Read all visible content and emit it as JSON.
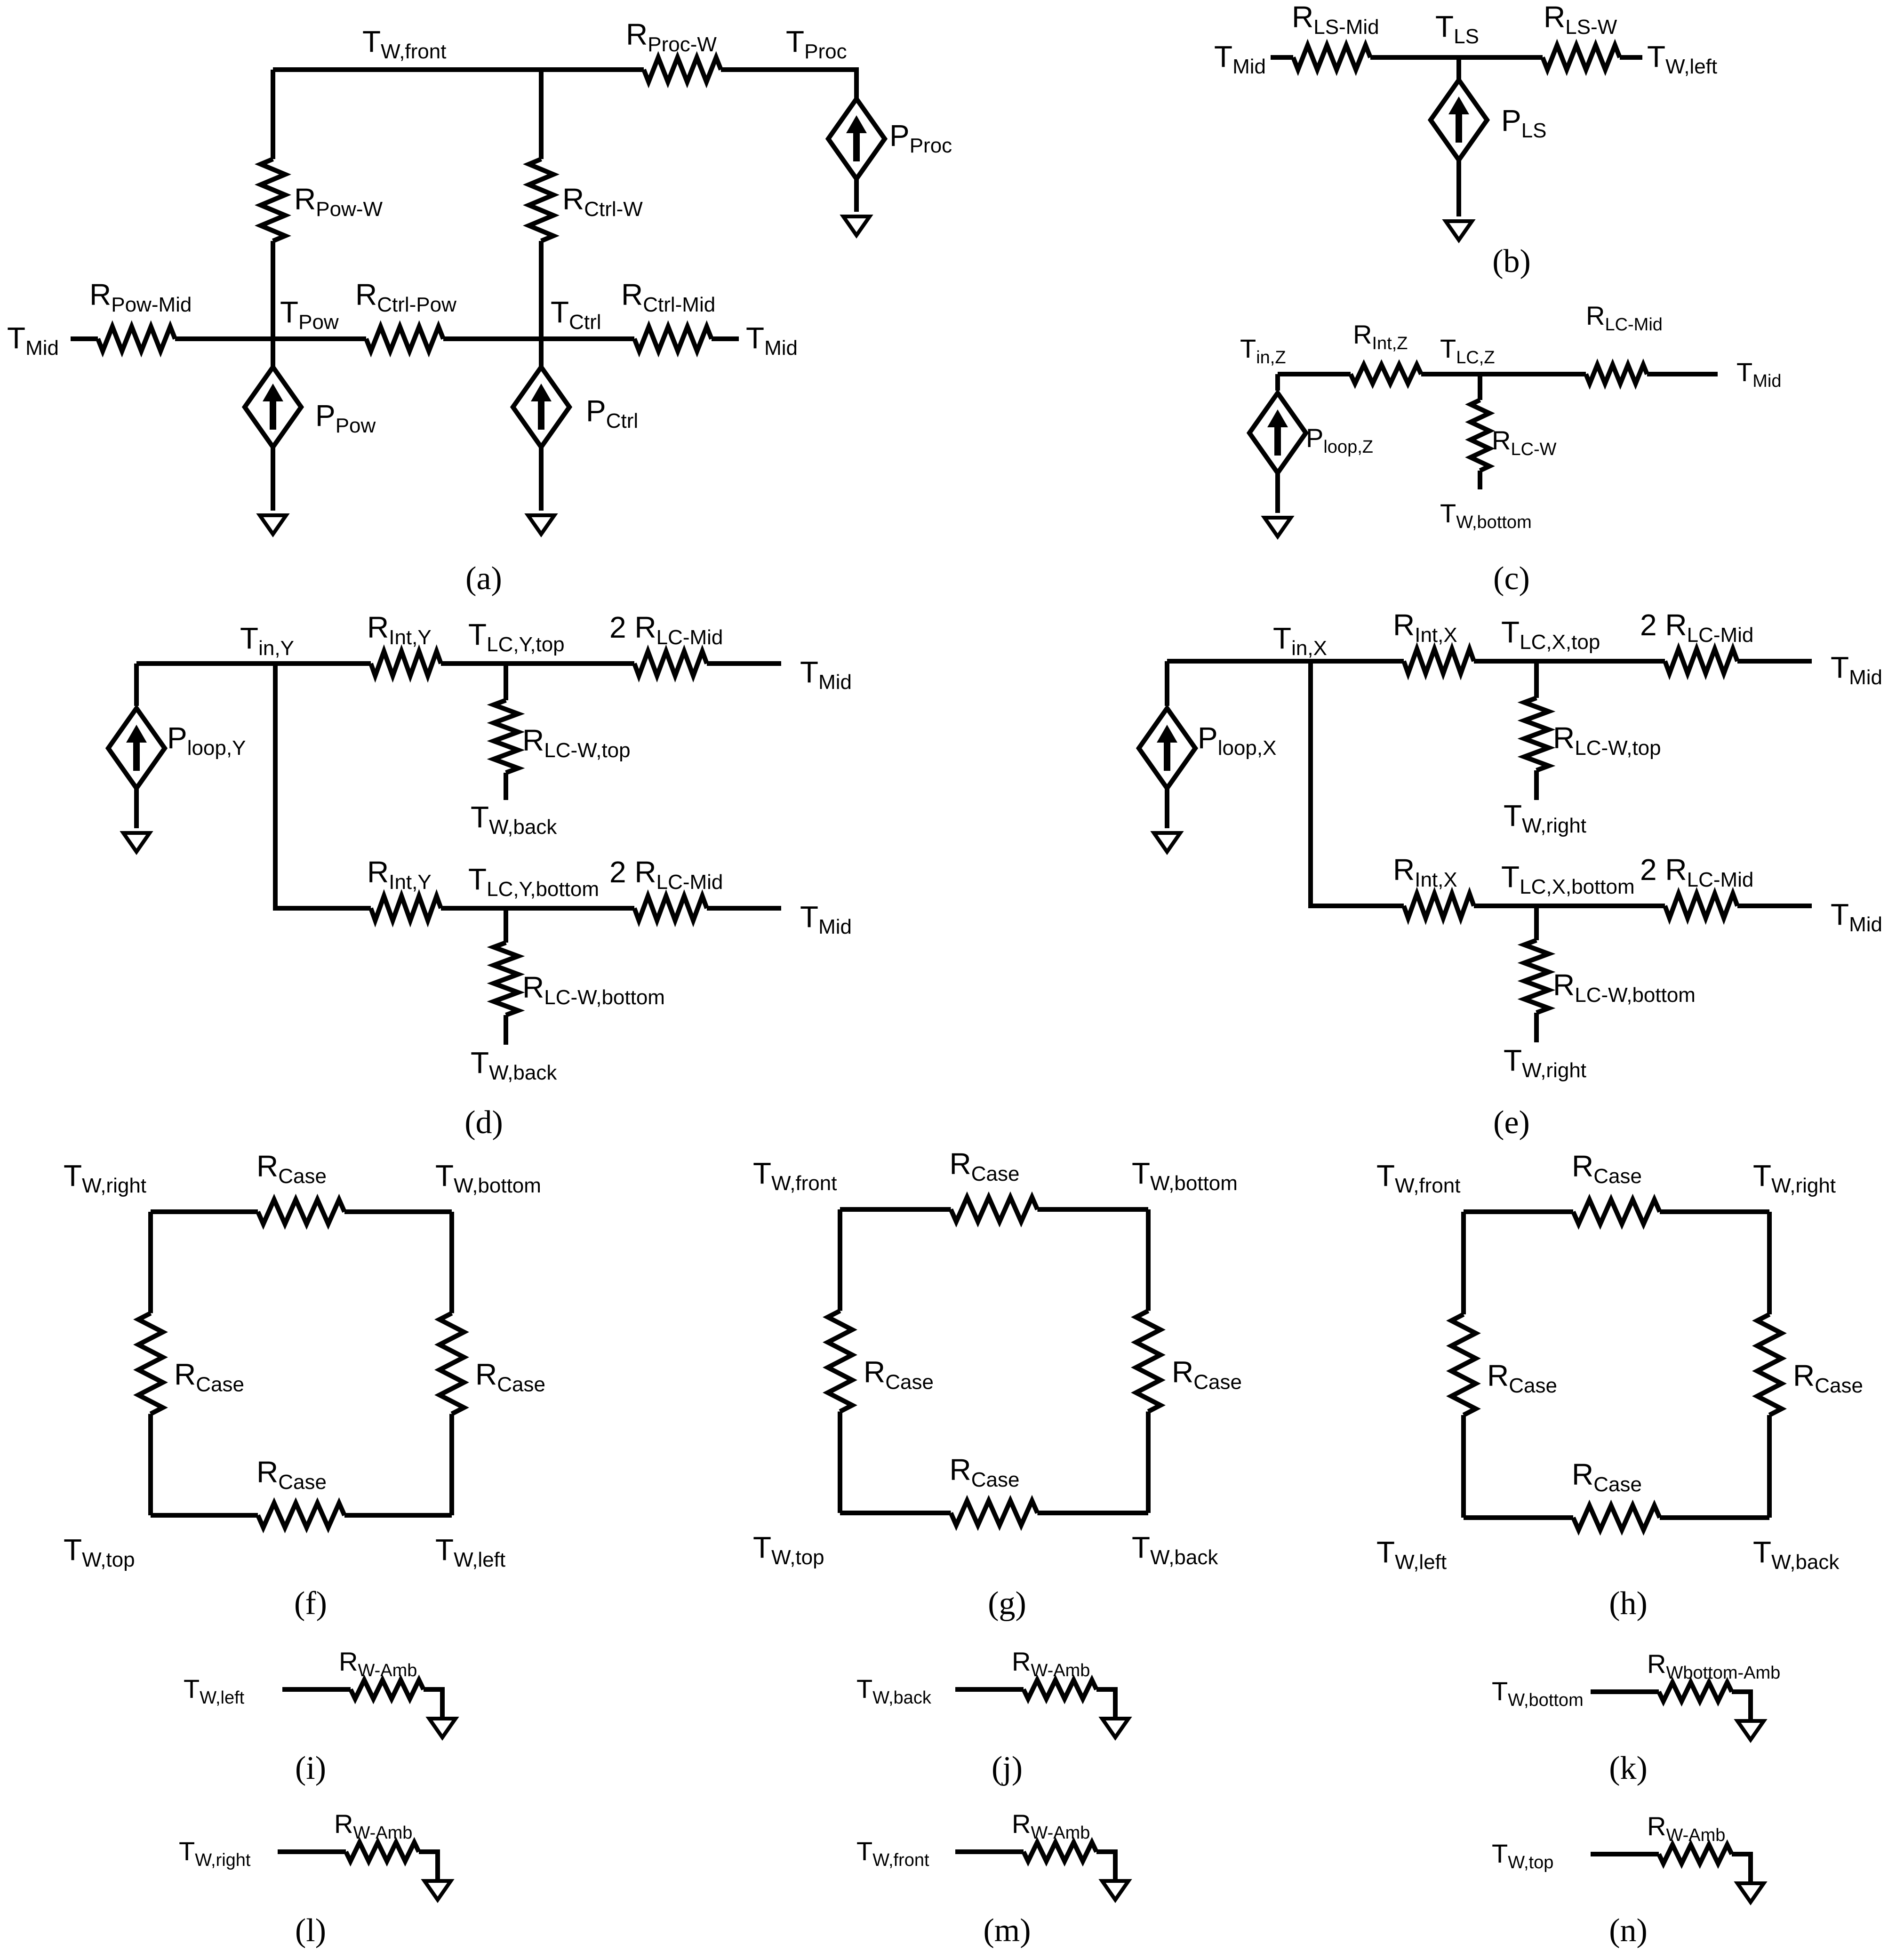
{
  "colors": {
    "line": "#000000",
    "background": "#ffffff"
  },
  "panels": {
    "a": {
      "caption": "(a)",
      "labels": {
        "t_w_front": [
          "T",
          "W,front"
        ],
        "r_proc_w": [
          "R",
          "Proc-W"
        ],
        "t_proc": [
          "T",
          "Proc"
        ],
        "p_proc": [
          "P",
          "Proc"
        ],
        "r_pow_w": [
          "R",
          "Pow-W"
        ],
        "r_ctrl_w": [
          "R",
          "Ctrl-W"
        ],
        "t_mid_left": [
          "T",
          "Mid"
        ],
        "r_pow_mid": [
          "R",
          "Pow-Mid"
        ],
        "t_pow": [
          "T",
          "Pow"
        ],
        "r_ctrl_pow": [
          "R",
          "Ctrl-Pow"
        ],
        "t_ctrl": [
          "T",
          "Ctrl"
        ],
        "r_ctrl_mid": [
          "R",
          "Ctrl-Mid"
        ],
        "t_mid_right": [
          "T",
          "Mid"
        ],
        "p_pow": [
          "P",
          "Pow"
        ],
        "p_ctrl": [
          "P",
          "Ctrl"
        ]
      }
    },
    "b": {
      "caption": "(b)",
      "labels": {
        "t_mid": [
          "T",
          "Mid"
        ],
        "r_ls_mid": [
          "R",
          "LS-Mid"
        ],
        "t_ls": [
          "T",
          "LS"
        ],
        "r_ls_w": [
          "R",
          "LS-W"
        ],
        "t_w_left": [
          "T",
          "W,left"
        ],
        "p_ls": [
          "P",
          "LS"
        ]
      }
    },
    "c": {
      "caption": "(c)",
      "labels": {
        "t_in_z": [
          "T",
          "in,Z"
        ],
        "r_int_z": [
          "R",
          "Int,Z"
        ],
        "t_lc_z": [
          "T",
          "LC,Z"
        ],
        "r_lc_mid": [
          "R",
          "LC-Mid"
        ],
        "t_mid": [
          "T",
          "Mid"
        ],
        "p_loop_z": [
          "P",
          "loop,Z"
        ],
        "r_lc_w": [
          "R",
          "LC-W"
        ],
        "t_w_bottom": [
          "T",
          "W,bottom"
        ]
      }
    },
    "d": {
      "caption": "(d)",
      "labels": {
        "t_in_y": [
          "T",
          "in,Y"
        ],
        "r_int_y_top": [
          "R",
          "Int,Y"
        ],
        "t_lc_y_top": [
          "T",
          "LC,Y,top"
        ],
        "r_lc_mid_top": [
          "2 R",
          "LC-Mid"
        ],
        "t_mid_top": [
          "T",
          "Mid"
        ],
        "p_loop_y": [
          "P",
          "loop,Y"
        ],
        "r_lc_w_top": [
          "R",
          "LC-W,top"
        ],
        "t_w_back_top": [
          "T",
          "W,back"
        ],
        "r_int_y_bottom": [
          "R",
          "Int,Y"
        ],
        "t_lc_y_bottom": [
          "T",
          "LC,Y,bottom"
        ],
        "r_lc_mid_bottom": [
          "2 R",
          "LC-Mid"
        ],
        "t_mid_bottom": [
          "T",
          "Mid"
        ],
        "r_lc_w_bottom": [
          "R",
          "LC-W,bottom"
        ],
        "t_w_back_bottom": [
          "T",
          "W,back"
        ]
      }
    },
    "e": {
      "caption": "(e)",
      "labels": {
        "t_in_x": [
          "T",
          "in,X"
        ],
        "r_int_x_top": [
          "R",
          "Int,X"
        ],
        "t_lc_x_top": [
          "T",
          "LC,X,top"
        ],
        "r_lc_mid_top": [
          "2 R",
          "LC-Mid"
        ],
        "t_mid_top": [
          "T",
          "Mid"
        ],
        "p_loop_x": [
          "P",
          "loop,X"
        ],
        "r_lc_w_top": [
          "R",
          "LC-W,top"
        ],
        "t_w_right_top": [
          "T",
          "W,right"
        ],
        "r_int_x_bottom": [
          "R",
          "Int,X"
        ],
        "t_lc_x_bottom": [
          "T",
          "LC,X,bottom"
        ],
        "r_lc_mid_bottom": [
          "2 R",
          "LC-Mid"
        ],
        "t_mid_bottom": [
          "T",
          "Mid"
        ],
        "r_lc_w_bottom": [
          "R",
          "LC-W,bottom"
        ],
        "t_w_right_bottom": [
          "T",
          "W,right"
        ]
      }
    },
    "f": {
      "caption": "(f)",
      "corners": [
        [
          "T",
          "W,right"
        ],
        [
          "T",
          "W,bottom"
        ],
        [
          "T",
          "W,top"
        ],
        [
          "T",
          "W,left"
        ]
      ],
      "resistor": [
        "R",
        "Case"
      ]
    },
    "g": {
      "caption": "(g)",
      "corners": [
        [
          "T",
          "W,front"
        ],
        [
          "T",
          "W,bottom"
        ],
        [
          "T",
          "W,top"
        ],
        [
          "T",
          "W,back"
        ]
      ],
      "resistor": [
        "R",
        "Case"
      ]
    },
    "h": {
      "caption": "(h)",
      "corners": [
        [
          "T",
          "W,front"
        ],
        [
          "T",
          "W,right"
        ],
        [
          "T",
          "W,left"
        ],
        [
          "T",
          "W,back"
        ]
      ],
      "resistor": [
        "R",
        "Case"
      ]
    },
    "i": {
      "caption": "(i)",
      "node": [
        "T",
        "W,left"
      ],
      "resistor": [
        "R",
        "W-Amb"
      ]
    },
    "j": {
      "caption": "(j)",
      "node": [
        "T",
        "W,back"
      ],
      "resistor": [
        "R",
        "W-Amb"
      ]
    },
    "k": {
      "caption": "(k)",
      "node": [
        "T",
        "W,bottom"
      ],
      "resistor": [
        "R",
        "Wbottom-Amb"
      ]
    },
    "l": {
      "caption": "(l)",
      "node": [
        "T",
        "W,right"
      ],
      "resistor": [
        "R",
        "W-Amb"
      ]
    },
    "m": {
      "caption": "(m)",
      "node": [
        "T",
        "W,front"
      ],
      "resistor": [
        "R",
        "W-Amb"
      ]
    },
    "n": {
      "caption": "(n)",
      "node": [
        "T",
        "W,top"
      ],
      "resistor": [
        "R",
        "W-Amb"
      ]
    }
  }
}
